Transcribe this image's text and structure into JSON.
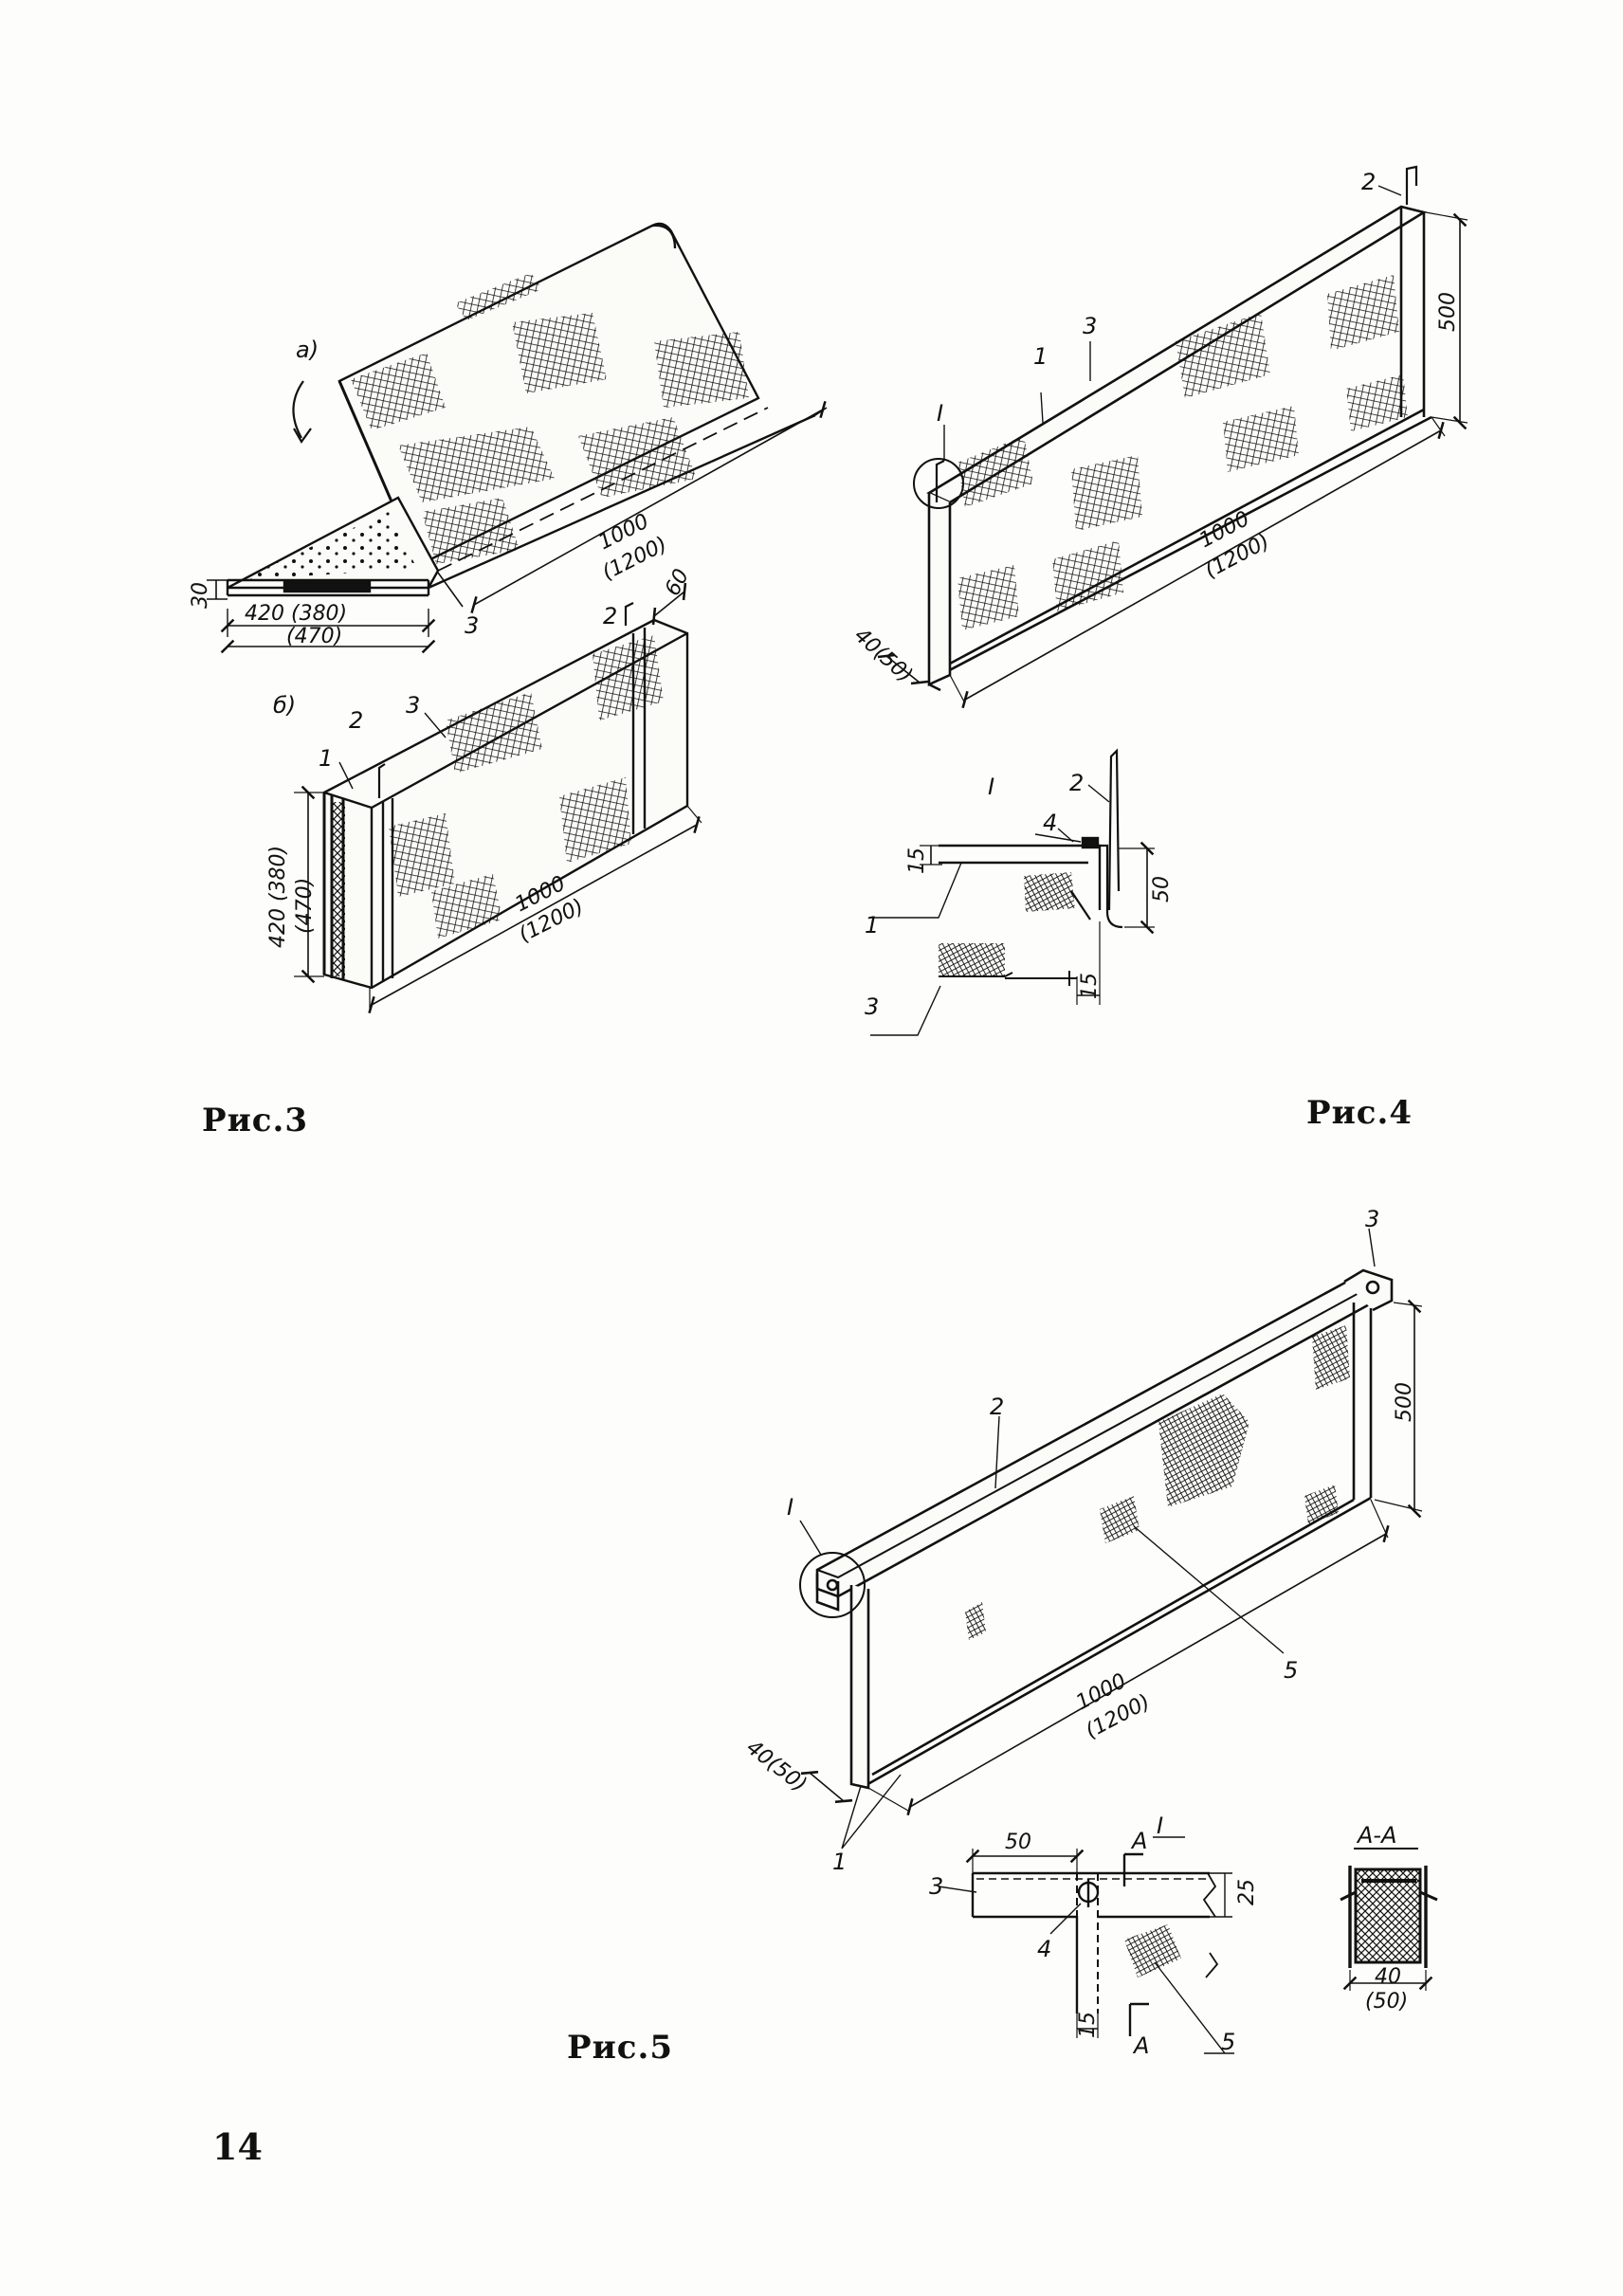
{
  "captions": {
    "fig3": "Рис.3",
    "fig4": "Рис.4",
    "fig5": "Рис.5"
  },
  "page_number": "14",
  "fig3": {
    "label_a": "a)",
    "label_b": "б)",
    "a_length": "1000",
    "a_length_alt": "(1200)",
    "a_height": "30",
    "a_width": "420 (380)",
    "a_width_alt": "(470)",
    "a_part3": "3",
    "b_width": "420 (380)",
    "b_width_alt": "(470)",
    "b_length": "1000",
    "b_length_alt": "(1200)",
    "b_depth": "60",
    "b_part1": "1",
    "b_part2": "2",
    "b_part2b": "2",
    "b_part3": "3"
  },
  "fig4": {
    "part1": "1",
    "part2": "2",
    "part3": "3",
    "detail_marker": "I",
    "height": "500",
    "length": "1000",
    "length_alt": "(1200)",
    "depth": "40(50)",
    "detail": {
      "title": "I",
      "part1": "1",
      "part2": "2",
      "part3": "3",
      "part4": "4",
      "dim15_top": "15",
      "dim15_bottom": "15",
      "dim50": "50"
    }
  },
  "fig5": {
    "part1": "1",
    "part2": "2",
    "part3": "3",
    "part5": "5",
    "detail_marker": "I",
    "height": "500",
    "length": "1000",
    "length_alt": "(1200)",
    "depth": "40(50)",
    "detail": {
      "title": "I",
      "section_mark_top": "A",
      "section_mark_bottom": "A",
      "dim50": "50",
      "dim25": "25",
      "dim15": "15",
      "part3": "3",
      "part4": "4",
      "part5": "5"
    },
    "section": {
      "title": "A-A",
      "width": "40",
      "width_alt": "(50)"
    }
  }
}
